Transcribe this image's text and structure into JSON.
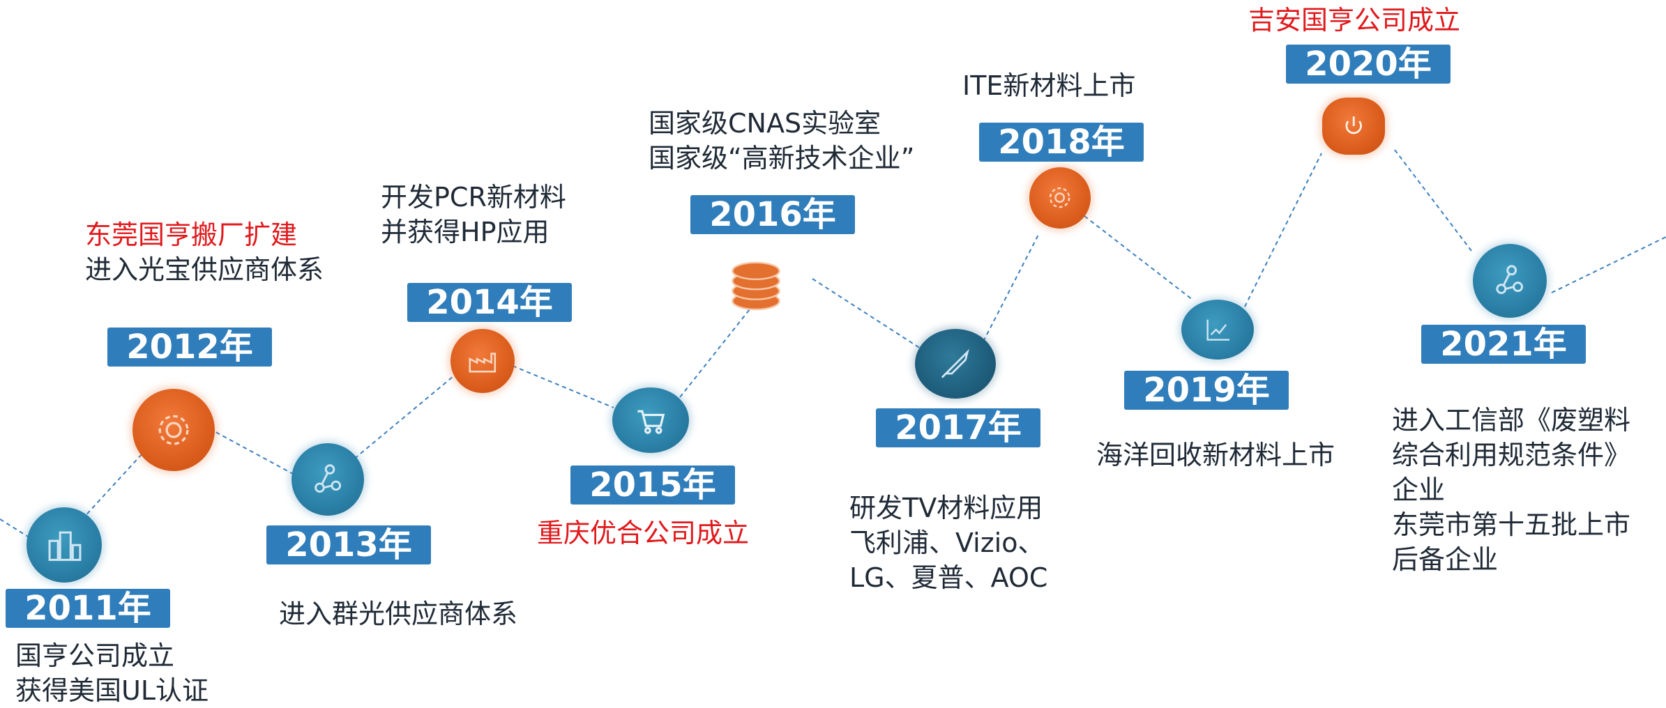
{
  "colors": {
    "year_badge": "#2f7dba",
    "highlight_text": "#e0191c",
    "body_text": "#1f2a36",
    "orange_node": "#dc5d1c",
    "blue_node": "#2a7fa6",
    "connector": "#3a7fbf"
  },
  "milestones": [
    {
      "year": "2011年",
      "icon": "buildings-icon",
      "lines": [
        "国亨公司成立",
        "获得美国UL认证"
      ]
    },
    {
      "year": "2012年",
      "icon": "gear-icon",
      "red_line": "东莞国亨搬厂扩建",
      "lines": [
        "进入光宝供应商体系"
      ]
    },
    {
      "year": "2013年",
      "icon": "network-icon",
      "lines": [
        "进入群光供应商体系"
      ]
    },
    {
      "year": "2014年",
      "icon": "factory-icon",
      "lines": [
        "开发PCR新材料",
        "并获得HP应用"
      ]
    },
    {
      "year": "2015年",
      "icon": "cart-icon",
      "red_line": "重庆优合公司成立",
      "lines": []
    },
    {
      "year": "2016年",
      "icon": "coins-stack-icon",
      "lines": [
        "国家级CNAS实验室",
        "国家级“高新技术企业”"
      ]
    },
    {
      "year": "2017年",
      "icon": "rocket-icon",
      "lines": [
        "研发TV材料应用",
        "飞利浦、Vizio、",
        "LG、夏普、AOC"
      ]
    },
    {
      "year": "2018年",
      "icon": "gear-icon",
      "lines": [
        "ITE新材料上市"
      ]
    },
    {
      "year": "2019年",
      "icon": "line-chart-icon",
      "lines": [
        "海洋回收新材料上市"
      ]
    },
    {
      "year": "2020年",
      "icon": "power-icon",
      "red_line": "吉安国亨公司成立",
      "lines": []
    },
    {
      "year": "2021年",
      "icon": "network-icon",
      "lines": [
        "进入工信部《废塑料",
        "综合利用规范条件》",
        "企业",
        "东莞市第十五批上市",
        "后备企业"
      ]
    }
  ]
}
